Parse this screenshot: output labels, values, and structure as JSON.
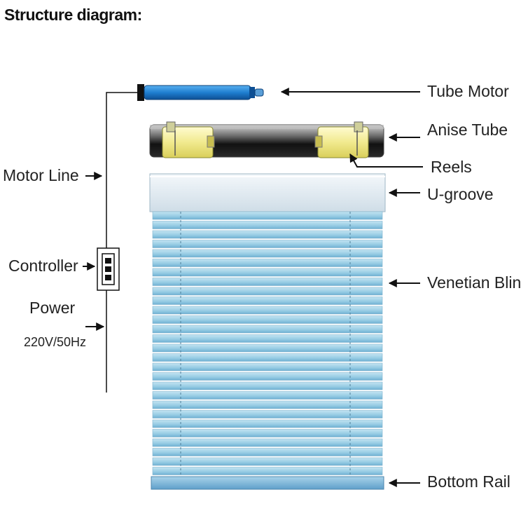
{
  "title": "Structure diagram:",
  "labels": {
    "tube_motor": "Tube Motor",
    "anise_tube": "Anise Tube",
    "reels": "Reels",
    "u_groove": "U-groove",
    "venetian_blinds": "Venetian Blinds",
    "bottom_rail": "Bottom Rail",
    "motor_line": "Motor Line",
    "controller": "Controller",
    "power": "Power",
    "voltage": "220V/50Hz"
  },
  "colors": {
    "motor": "#1f7fd0",
    "reel": "#f3f0a0",
    "slat": "#9dd0e6",
    "groove": "#e4eef4",
    "rail": "#7fb6d8"
  }
}
